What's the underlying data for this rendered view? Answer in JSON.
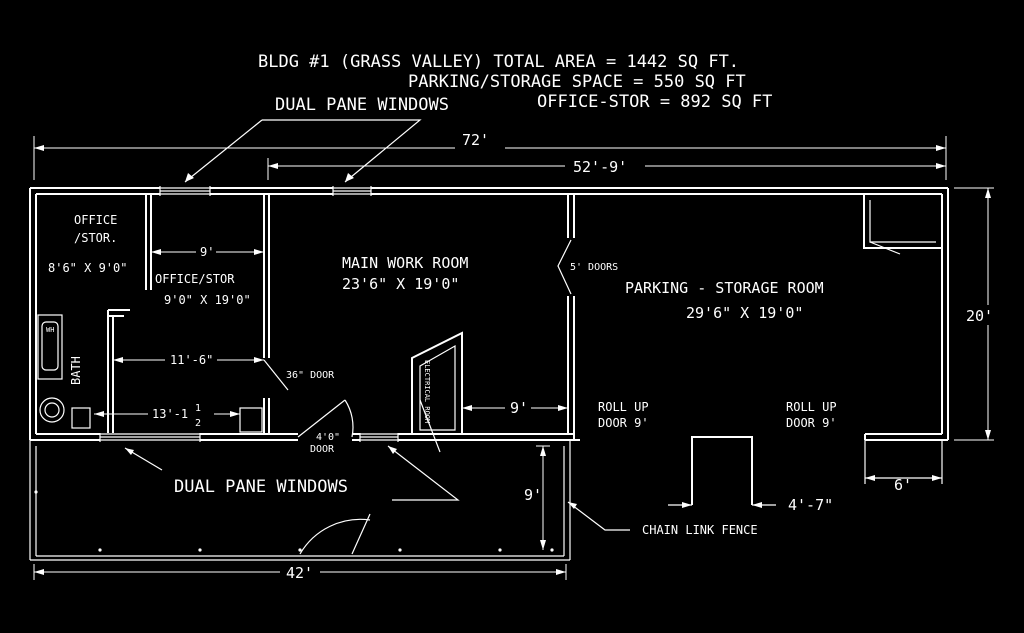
{
  "colors": {
    "background": "#000000",
    "lines": "#ffffff"
  },
  "header": {
    "line1": "BLDG #1 (GRASS VALLEY) TOTAL AREA = 1442 SQ FT.",
    "line2": "PARKING/STORAGE SPACE = 550 SQ FT",
    "line3": "OFFICE-STOR = 892 SQ FT"
  },
  "labels": {
    "dual_pane_top": "DUAL PANE WINDOWS",
    "dual_pane_bottom": "DUAL PANE WINDOWS",
    "five_ft_doors": "5' DOORS",
    "door_36": "36\" DOOR",
    "door_4ft_a": "4'0\"",
    "door_4ft_b": "DOOR",
    "electrical_room": "ELECTRICAL ROOM",
    "bath": "BATH",
    "roll_up_1a": "ROLL UP",
    "roll_up_1b": "DOOR 9'",
    "roll_up_2a": "ROLL UP",
    "roll_up_2b": "DOOR 9'",
    "chain_link_fence": "CHAIN LINK FENCE",
    "wh": "WH"
  },
  "rooms": {
    "office_small_name_a": "OFFICE",
    "office_small_name_b": "/STOR.",
    "office_small_size": "8'6\" X 9'0\"",
    "office_stor_name": "OFFICE/STOR",
    "office_stor_size": "9'0\" X 19'0\"",
    "main_work_name": "MAIN WORK ROOM",
    "main_work_size": "23'6\" X 19'0\"",
    "parking_name": "PARKING - STORAGE ROOM",
    "parking_size": "29'6\" X 19'0\""
  },
  "dimensions": {
    "overall_width": "72'",
    "parking_width": "52'-9'",
    "depth": "20'",
    "office_width": "9'",
    "bath_span": "11'-6\"",
    "lower_span": "13'-1",
    "lower_span_frac_top": "1",
    "lower_span_frac_bot": "2",
    "elec_offset": "9'",
    "fence_depth": "9'",
    "fence_width": "42'",
    "pier_gap": "4'-7\"",
    "corner_6": "6'"
  }
}
